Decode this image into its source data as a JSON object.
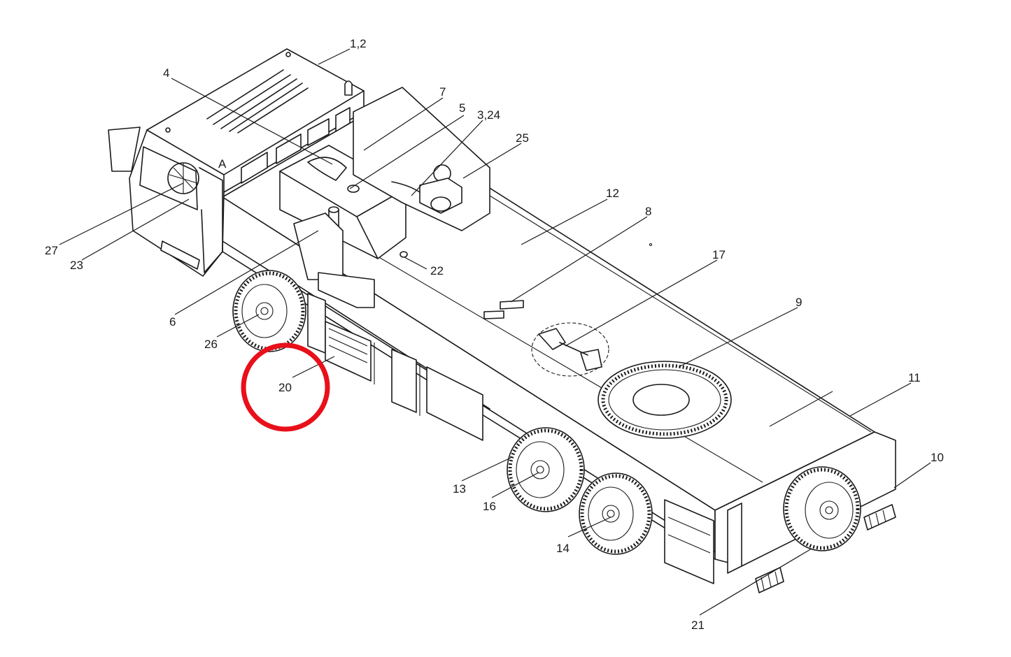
{
  "labels": {
    "l_1_2": "1,2",
    "l_4": "4",
    "l_7": "7",
    "l_5": "5",
    "l_3_24": "3,24",
    "l_25": "25",
    "l_12": "12",
    "l_8": "8",
    "l_17": "17",
    "l_9": "9",
    "l_11": "11",
    "l_10": "10",
    "l_27": "27",
    "l_23": "23",
    "l_22": "22",
    "l_6": "6",
    "l_26": "26",
    "l_20": "20",
    "l_13": "13",
    "l_16": "16",
    "l_14": "14",
    "l_21": "21",
    "cab_mark": "A"
  },
  "highlight": {
    "color": "#e8101a",
    "target_label": "20"
  }
}
